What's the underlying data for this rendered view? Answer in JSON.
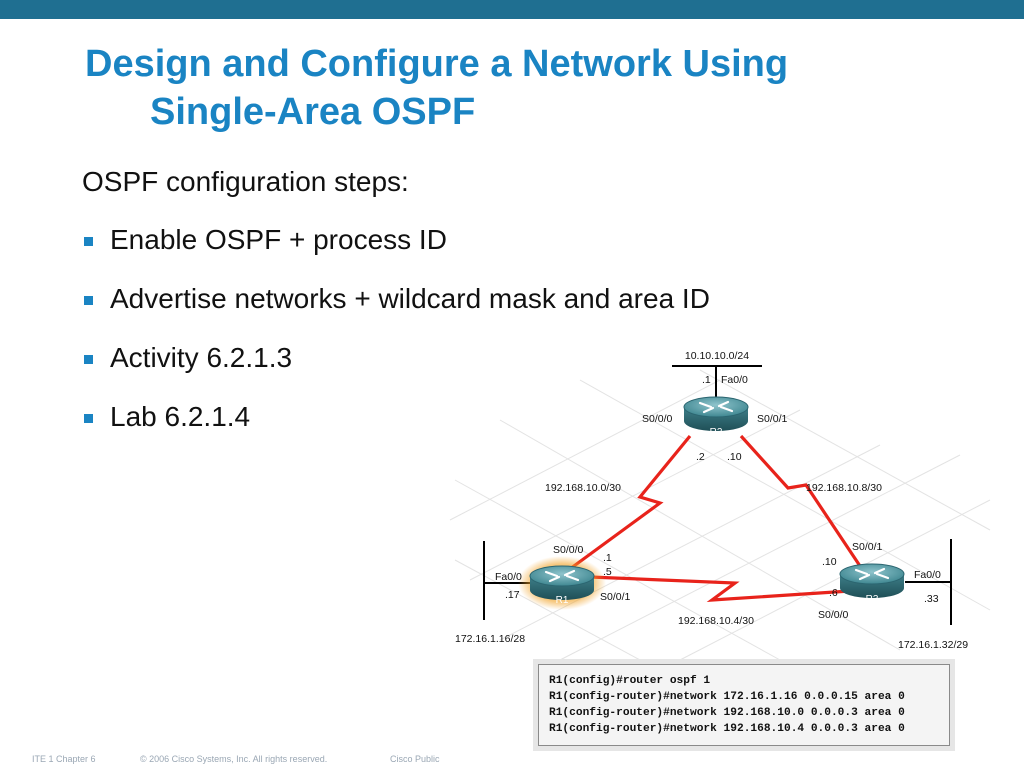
{
  "slide": {
    "title_line1": "Design and Configure a Network Using",
    "title_line2": "Single-Area OSPF",
    "lead": "OSPF configuration steps:",
    "bullets": [
      "Enable OSPF + process ID",
      "Advertise networks + wildcard mask and area ID",
      "Activity 6.2.1.3",
      "Lab 6.2.1.4"
    ]
  },
  "topology": {
    "routers": {
      "r1": "R1",
      "r2": "R2",
      "r3": "R3"
    },
    "labels": {
      "r2_lan": "10.10.10.0/24",
      "r2_lan_ip": ".1",
      "r2_fa": "Fa0/0",
      "r2_s000": "S0/0/0",
      "r2_s001": "S0/0/1",
      "r2_ip_left": ".2",
      "r2_ip_right": ".10",
      "net_r1_r2": "192.168.10.0/30",
      "net_r2_r3": "192.168.10.8/30",
      "net_r1_r3": "192.168.10.4/30",
      "r1_s000": "S0/0/0",
      "r1_ip1": ".1",
      "r1_ip5": ".5",
      "r1_fa": "Fa0/0",
      "r1_lan_ip": ".17",
      "r1_s001": "S0/0/1",
      "r1_lan": "172.16.1.16/28",
      "r3_s001": "S0/0/1",
      "r3_ip10": ".10",
      "r3_fa": "Fa0/0",
      "r3_ip6": ".6",
      "r3_lan_ip": ".33",
      "r3_s000": "S0/0/0",
      "r3_lan": "172.16.1.32/29"
    },
    "colors": {
      "serial_link": "#e8231b",
      "router_body": "#3b7d88",
      "highlight": "#f1a226"
    }
  },
  "config": [
    "R1(config)#router ospf 1",
    "R1(config-router)#network 172.16.1.16 0.0.0.15 area 0",
    "R1(config-router)#network 192.168.10.0 0.0.0.3 area 0",
    "R1(config-router)#network 192.168.10.4 0.0.0.3 area 0"
  ],
  "footer": {
    "course": "ITE 1 Chapter 6",
    "copyright": "© 2006 Cisco Systems, Inc. All rights reserved.",
    "classification": "Cisco Public"
  }
}
